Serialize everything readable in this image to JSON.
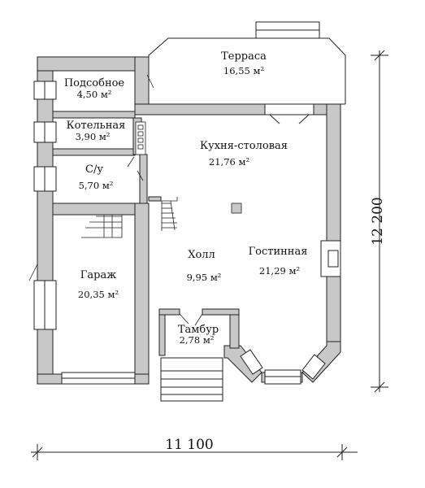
{
  "dimensions": {
    "width": "11 100",
    "height": "12 200"
  },
  "rooms": [
    {
      "id": "terrace",
      "name": "Терраса",
      "area": "16,55 м²"
    },
    {
      "id": "utility",
      "name": "Подсобное",
      "area": "4,50 м²"
    },
    {
      "id": "boiler",
      "name": "Котельная",
      "area": "3,90 м²"
    },
    {
      "id": "wc",
      "name": "С/у",
      "area": "5,70 м²"
    },
    {
      "id": "kitchen",
      "name": "Кухня-столовая",
      "area": "21,76 м²"
    },
    {
      "id": "garage",
      "name": "Гараж",
      "area": "20,35 м²"
    },
    {
      "id": "hall",
      "name": "Холл",
      "area": "9,95 м²"
    },
    {
      "id": "living",
      "name": "Гостинная",
      "area": "21,29 м²"
    },
    {
      "id": "vestibule",
      "name": "Тамбур",
      "area": "2,78 м²"
    }
  ],
  "colors": {
    "wall": "#c8c8c8",
    "line": "#222222",
    "background": "#ffffff"
  }
}
